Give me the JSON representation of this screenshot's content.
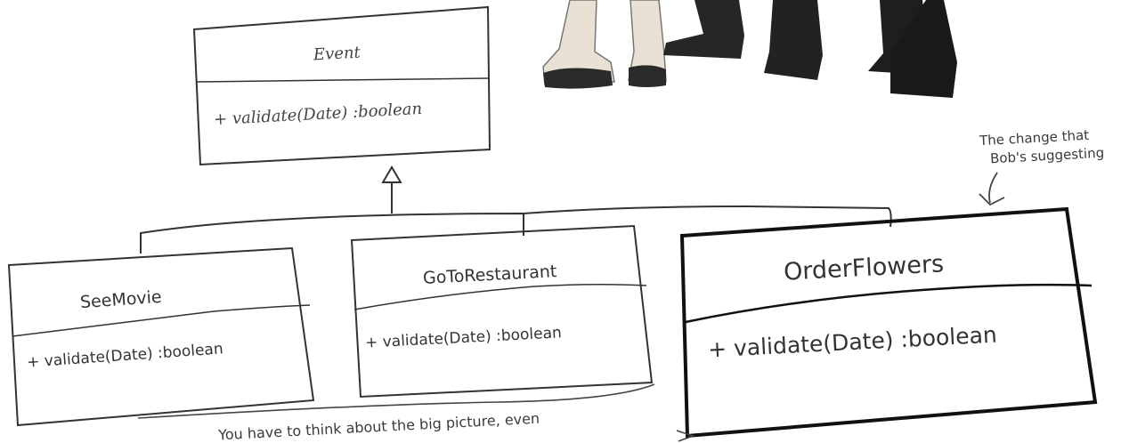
{
  "diagram": {
    "classes": {
      "event": {
        "name": "Event",
        "method": "+ validate(Date) :boolean"
      },
      "see_movie": {
        "name": "SeeMovie",
        "method": "+ validate(Date) :boolean"
      },
      "go_to_restaurant": {
        "name": "GoToRestaurant",
        "method": "+ validate(Date) :boolean"
      },
      "order_flowers": {
        "name": "OrderFlowers",
        "method": "+ validate(Date) :boolean"
      }
    },
    "annotations": {
      "bob_change": [
        "The change that",
        "Bob's suggesting"
      ],
      "bottom_note": "You have to think about the big picture, even"
    }
  },
  "colors": {
    "ink": "#2b2b2b",
    "pants": "#1f1f1f",
    "skin": "#d9c9b0"
  }
}
